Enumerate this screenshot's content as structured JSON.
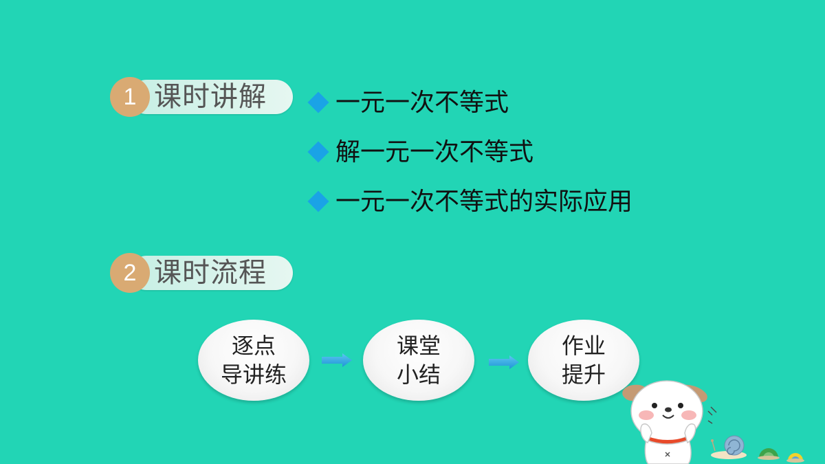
{
  "section1": {
    "number": "1",
    "title": "课时讲解"
  },
  "topics": [
    {
      "text": "一元一次不等式"
    },
    {
      "text": "解一元一次不等式"
    },
    {
      "text": "一元一次不等式的实际应用"
    }
  ],
  "section2": {
    "number": "2",
    "title": "课时流程"
  },
  "flow": [
    {
      "line1": "逐点",
      "line2": "导讲练"
    },
    {
      "line1": "课堂",
      "line2": "小结"
    },
    {
      "line1": "作业",
      "line2": "提升"
    }
  ],
  "colors": {
    "background": "#22d5b5",
    "number_badge": "#d9aa73",
    "bullet_diamond": "#1aa3e6",
    "arrow": "#27a9e1"
  },
  "icons": {
    "bullet": "diamond-bullet-icon",
    "arrow": "right-arrow-icon",
    "mascot": "puppy-mascot-icon"
  }
}
